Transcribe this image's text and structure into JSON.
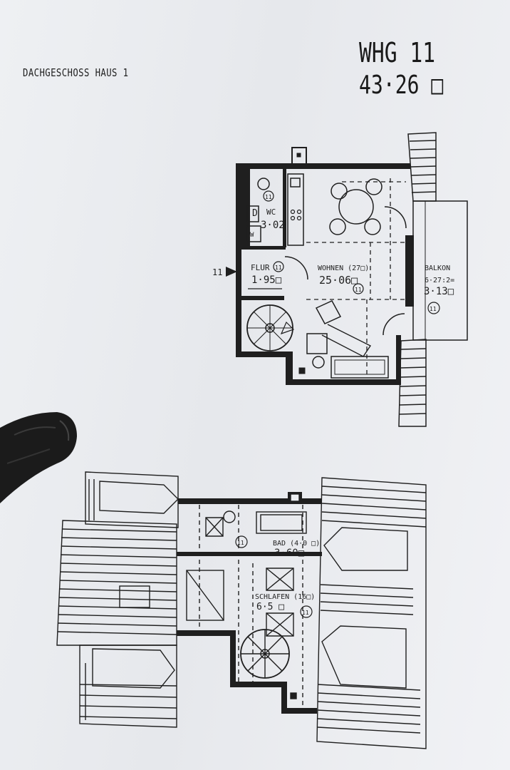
{
  "header": {
    "floor_label": "DACHGESCHOSS HAUS 1",
    "unit_title": "WHG 11",
    "unit_area": "43·26 □"
  },
  "upper_plan": {
    "entry_marker": "11",
    "rooms": [
      {
        "name": "WC",
        "area": "3·02",
        "unit": "11"
      },
      {
        "name": "FLUR",
        "area": "1·95□",
        "unit": "11"
      },
      {
        "name": "WOHNEN (27□)",
        "area": "25·06□",
        "unit": "11"
      },
      {
        "name": "BALKON",
        "sub": "6·27:2=",
        "area": "3·13□",
        "unit": "11"
      }
    ],
    "wc_fixture_letters": [
      "D",
      "W"
    ]
  },
  "lower_plan": {
    "rooms": [
      {
        "name": "BAD (4·0 □)",
        "area": "3·60□",
        "unit": "11"
      },
      {
        "name": "SCHLAFEN (16□)",
        "area": "6·5 □",
        "unit": "11"
      }
    ]
  },
  "colors": {
    "ink": "#1f1f1f",
    "paper": "#eceef1",
    "glove": "#1b1b1b"
  }
}
